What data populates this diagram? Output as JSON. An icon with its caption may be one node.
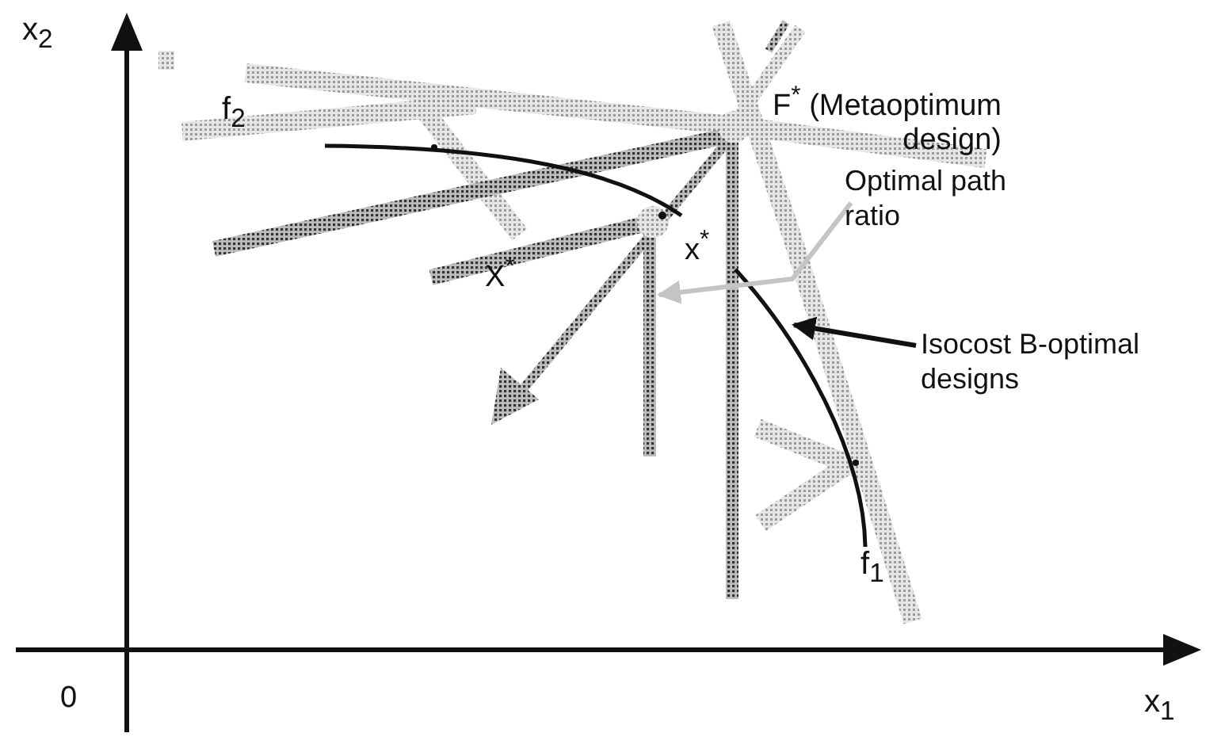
{
  "diagram": {
    "nodes": [
      {
        "text": [
          "Isocost B-optimal designs"
        ]
      },
      {
        "text": [],
        "shape": "curve"
      },
      {
        "text": [
          "Optimal path ratio"
        ]
      }
    ],
    "edges": [
      {
        "from": 0,
        "to": 1,
        "arrow": "to"
      },
      {
        "from": 2,
        "to": null,
        "arrow": "to",
        "color": "#c4c4c4"
      }
    ],
    "labels": [
      "x$_{2}$",
      "f$_{2}$",
      "F$^{*}$ (Metaoptimum design)",
      "x$^{*}$",
      "X$^{*}$",
      "f$_{1}$",
      "0",
      "x$_{1}$"
    ]
  }
}
